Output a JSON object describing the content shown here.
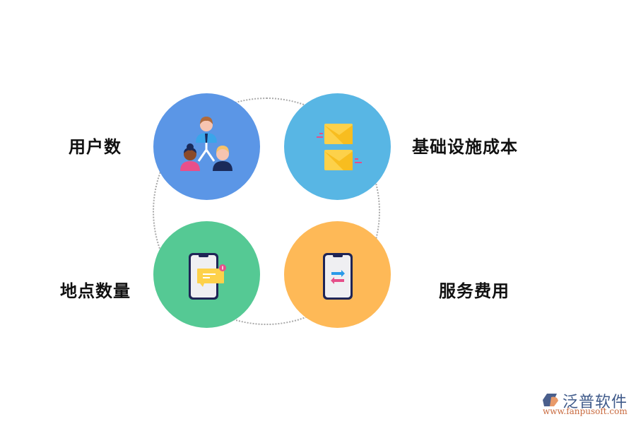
{
  "diagram": {
    "nodes": [
      {
        "id": "users",
        "label": "用户数",
        "icon": "user-hierarchy-icon",
        "color": "#5b96e6"
      },
      {
        "id": "infrastructure",
        "label": "基础设施成本",
        "icon": "envelopes-icon",
        "color": "#58b6e4"
      },
      {
        "id": "locations",
        "label": "地点数量",
        "icon": "phone-notification-icon",
        "color": "#55c994"
      },
      {
        "id": "service",
        "label": "服务费用",
        "icon": "phone-transfer-icon",
        "color": "#feb957"
      }
    ],
    "ring_color": "#a8a8a8"
  },
  "logo": {
    "name": "泛普软件",
    "url": "www.fanpusoft.com"
  }
}
